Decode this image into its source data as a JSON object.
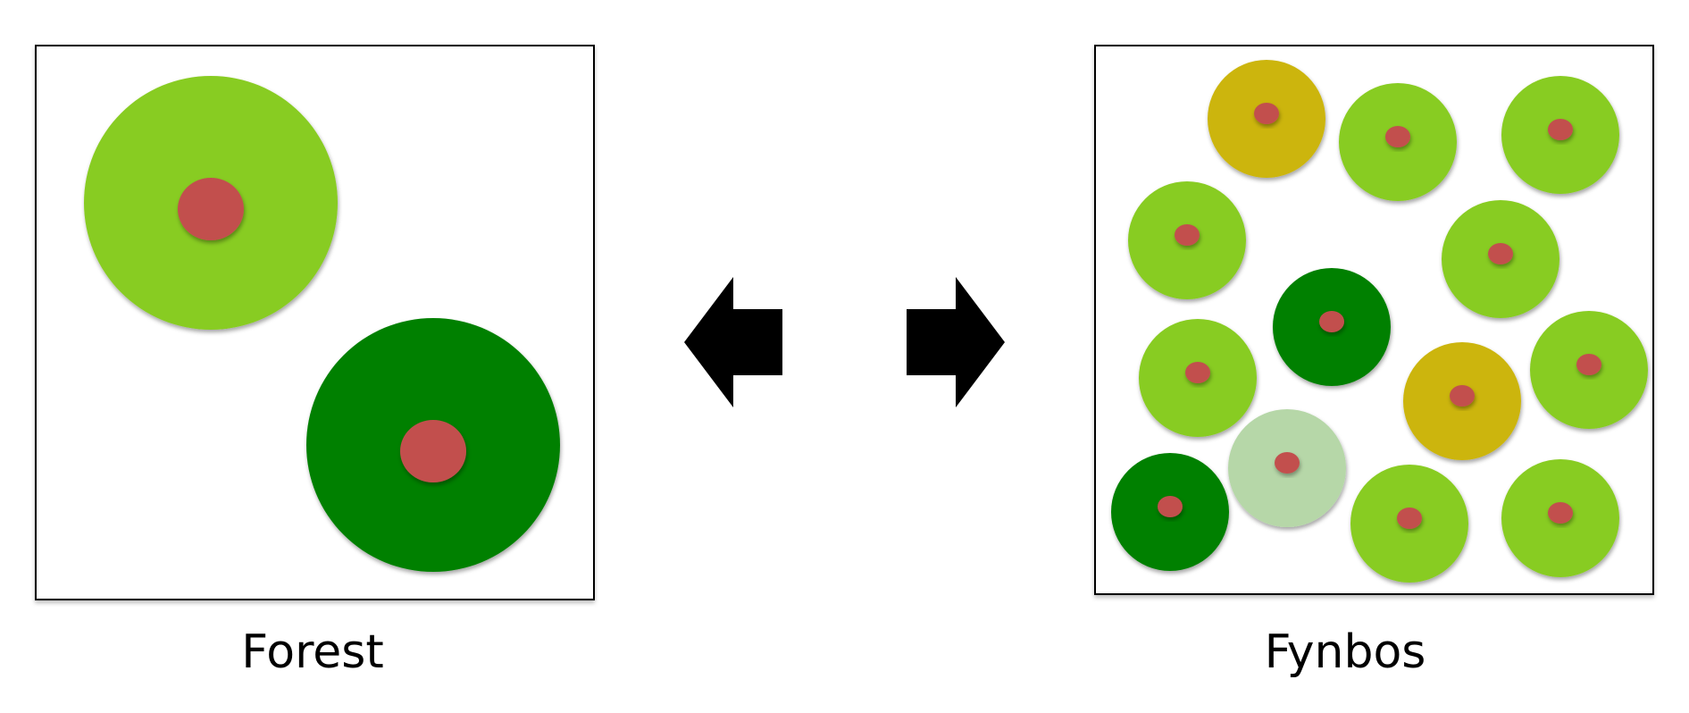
{
  "panels": {
    "forest": {
      "label": "Forest"
    },
    "fynbos": {
      "label": "Fynbos"
    }
  },
  "colors": {
    "light_green": "#88cc22",
    "dark_green": "#028002",
    "gold": "#ccb511",
    "pale_green": "#b6d7a8",
    "red_dot": "#c2504e",
    "frame": "#000000",
    "arrow": "#000000"
  },
  "forest_plants": [
    {
      "color": "light_green"
    },
    {
      "color": "dark_green"
    }
  ],
  "fynbos_plants": [
    {
      "color": "gold"
    },
    {
      "color": "light_green"
    },
    {
      "color": "light_green"
    },
    {
      "color": "light_green"
    },
    {
      "color": "light_green"
    },
    {
      "color": "dark_green"
    },
    {
      "color": "light_green"
    },
    {
      "color": "gold"
    },
    {
      "color": "light_green"
    },
    {
      "color": "pale_green"
    },
    {
      "color": "dark_green"
    },
    {
      "color": "light_green"
    },
    {
      "color": "light_green"
    }
  ],
  "arrows": [
    {
      "direction": "left",
      "icon": "arrow-left-icon"
    },
    {
      "direction": "right",
      "icon": "arrow-right-icon"
    }
  ]
}
